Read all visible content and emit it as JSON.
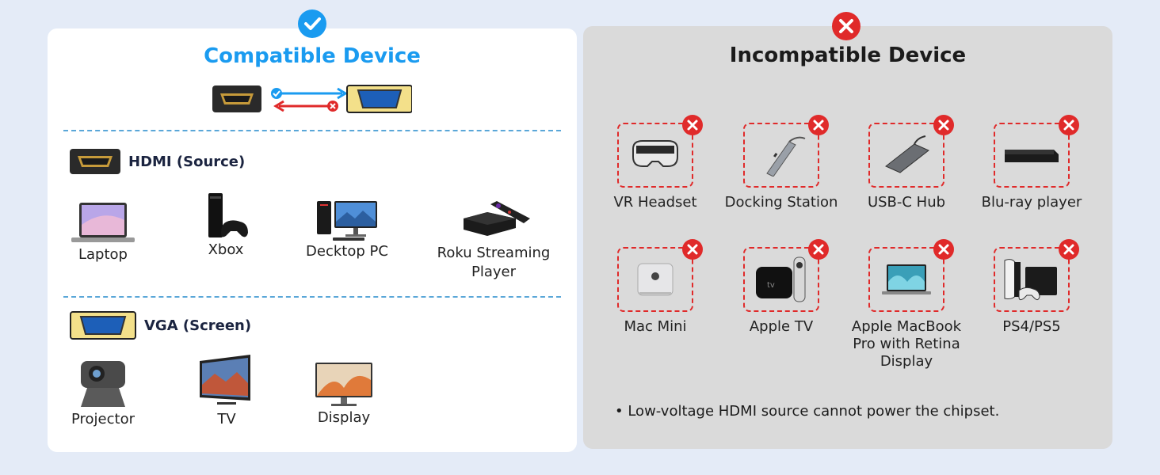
{
  "compatible": {
    "title": "Compatible Device",
    "hdmi_label": "HDMI (Source)",
    "vga_label": "VGA (Screen)",
    "sources": [
      {
        "label": "Laptop",
        "icon": "laptop-icon"
      },
      {
        "label": "Xbox",
        "icon": "xbox-icon"
      },
      {
        "label": "Decktop PC",
        "icon": "desktop-pc-icon"
      },
      {
        "label": "Roku Streaming Player",
        "icon": "roku-icon"
      }
    ],
    "screens": [
      {
        "label": "Projector",
        "icon": "projector-icon"
      },
      {
        "label": "TV",
        "icon": "tv-icon"
      },
      {
        "label": "Display",
        "icon": "monitor-icon"
      }
    ]
  },
  "incompatible": {
    "title": "Incompatible Device",
    "devices": [
      {
        "label": "VR Headset",
        "icon": "vr-headset-icon"
      },
      {
        "label": "Docking Station",
        "icon": "docking-station-icon"
      },
      {
        "label": "USB-C Hub",
        "icon": "usb-c-hub-icon"
      },
      {
        "label": "Blu-ray player",
        "icon": "bluray-player-icon"
      },
      {
        "label": "Mac Mini",
        "icon": "mac-mini-icon"
      },
      {
        "label": "Apple TV",
        "icon": "apple-tv-icon"
      },
      {
        "label": "Apple MacBook Pro with Retina Display",
        "icon": "macbook-icon"
      },
      {
        "label": "PS4/PS5",
        "icon": "playstation-icon"
      }
    ],
    "note": "• Low-voltage HDMI source cannot power the chipset."
  },
  "colors": {
    "accent_blue": "#1a9bf0",
    "error_red": "#e02a2a",
    "page_bg": "#e4ebf7",
    "vga_yellow": "#f3e08a"
  }
}
